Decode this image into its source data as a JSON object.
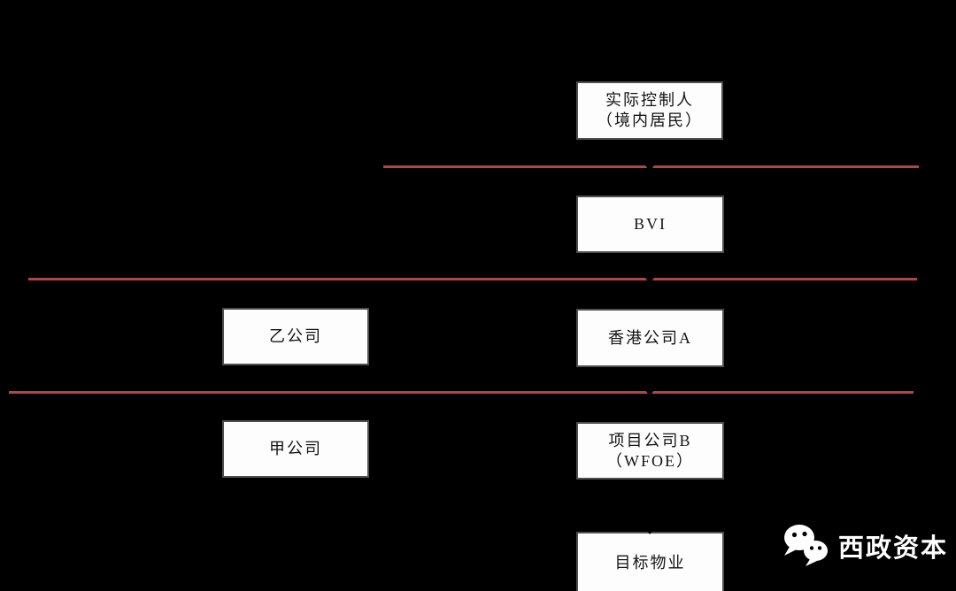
{
  "diagram": {
    "background_color": "#000000",
    "divider_color": "#b24646",
    "box_fill": "#fdfdfd",
    "box_border_color": "#4f4f4f",
    "nodes": {
      "actual_controller": {
        "line1": "实际控制人",
        "line2": "（境内居民）"
      },
      "bvi": {
        "label": "BVI"
      },
      "company_yi": {
        "label": "乙公司"
      },
      "hk_company_a": {
        "label": "香港公司A"
      },
      "company_jia": {
        "label": "甲公司"
      },
      "project_company_b": {
        "line1": "项目公司B",
        "line2": "（WFOE）"
      },
      "target_property": {
        "label": "目标物业"
      }
    }
  },
  "watermark": {
    "icon": "wechat-icon",
    "brand": "西政资本",
    "color": "#ffffff"
  }
}
